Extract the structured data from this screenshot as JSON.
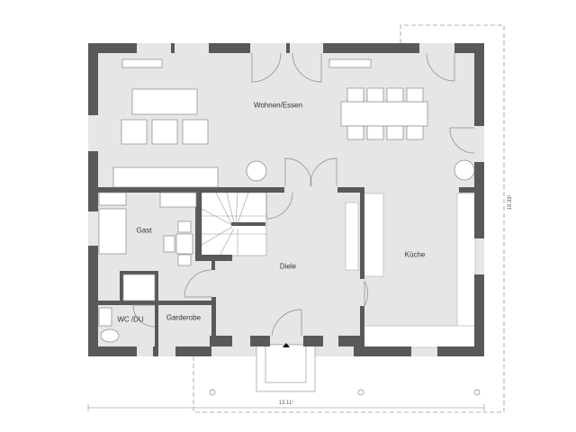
{
  "rooms": {
    "living": "Wohnen/Essen",
    "guest": "Gast",
    "hall": "Diele",
    "kitchen": "Küche",
    "wc": "WC /DU",
    "wardrobe": "Garderobe"
  },
  "dimensions": {
    "width": "13.11¹",
    "depth": "10.33¹"
  },
  "colors": {
    "wall": "#58595b",
    "floor": "#e6e6e6",
    "line": "#9a9a9a"
  }
}
